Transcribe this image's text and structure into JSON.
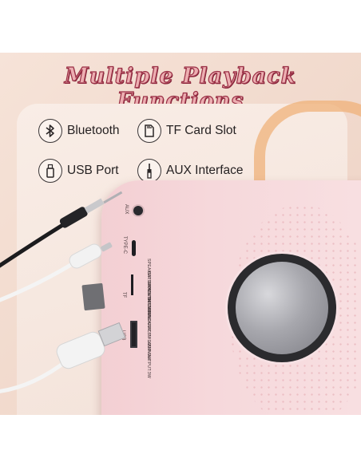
{
  "title": "Multiple Playback Functions",
  "features": [
    {
      "label": "Bluetooth",
      "icon": "bluetooth-icon"
    },
    {
      "label": "TF Card Slot",
      "icon": "tf-card-icon"
    },
    {
      "label": "USB Port",
      "icon": "usb-drive-icon"
    },
    {
      "label": "AUX Interface",
      "icon": "aux-jack-icon"
    }
  ],
  "ports": {
    "aux": "AUX",
    "typec": "TYPE-C",
    "tf": "TF",
    "usb": "USB"
  },
  "specs": [
    "SPEAKER:Ø40MM*2",
    "BATTERY:LITHIUM3.7V",
    "MADE IN CHINA",
    "BATTERY CAPACITY:1200MAH",
    "CHARGER:5V-1AMP-OUTPUT:3W"
  ],
  "colors": {
    "title_fill": "#ecaeb1",
    "title_stroke": "#9a2f45",
    "device_pink": "#f3cfd3",
    "background": "#f6e3d8"
  }
}
